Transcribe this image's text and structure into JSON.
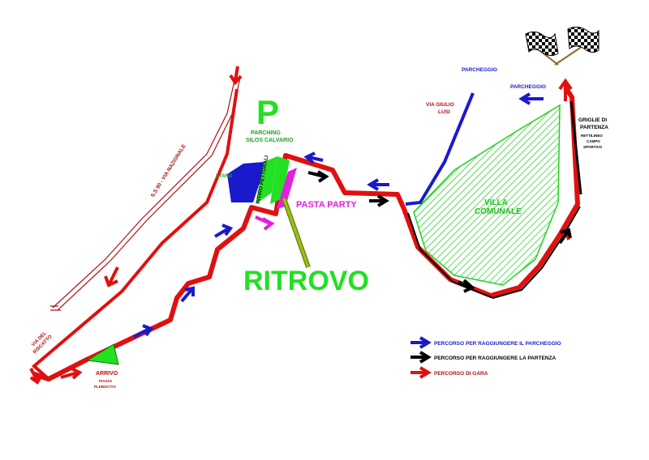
{
  "map": {
    "parking_letter": "P",
    "parking_silos": [
      "PARCHING",
      "SILOS CALVARIO"
    ],
    "stand": "STAND",
    "ritiro_pettorali": "RITIRO PETTORALI",
    "pasta_party": "PASTA PARTY",
    "ritrovo": "RITROVO",
    "villa_comunale": [
      "VILLA",
      "COMUNALE"
    ],
    "parcheggio_1": "PARCHEGGIO",
    "parcheggio_2": "PARCHEGGIO",
    "via_giulio_lusi": [
      "VIA GIULIO",
      "LUSI"
    ],
    "griglie": [
      "GRIGLIE DI",
      "PARTENZA"
    ],
    "rettilineo": [
      "RETTILINEO",
      "CAMPO",
      "SPORTIVO"
    ],
    "ss90": "S.S 90 - VIA NAZIONALE",
    "via_riscatto": [
      "VIA DEL",
      "RISCATTO"
    ],
    "arrivo": "ARRIVO",
    "piazza": [
      "PIAZZA",
      "PLEBISCITO"
    ]
  },
  "legend": {
    "items": [
      {
        "label": "PERCORSO PER RAGGIUNGERE IL PARCHEGGIO",
        "color": "#1a1acc"
      },
      {
        "label": "PERCORSO PER RAGGIUNGERE LA PARTENZA",
        "color": "#000000"
      },
      {
        "label": "PERCORSO DI GARA",
        "color": "#e01010"
      }
    ]
  },
  "colors": {
    "race": "#e01010",
    "parking_route": "#1a1acc",
    "start_route": "#000000",
    "green": "#22e022",
    "magenta": "#e020e0",
    "dark_red_text": "#b01010",
    "olive": "#6a8a10"
  },
  "icons": [
    "checkered-flags-icon"
  ]
}
